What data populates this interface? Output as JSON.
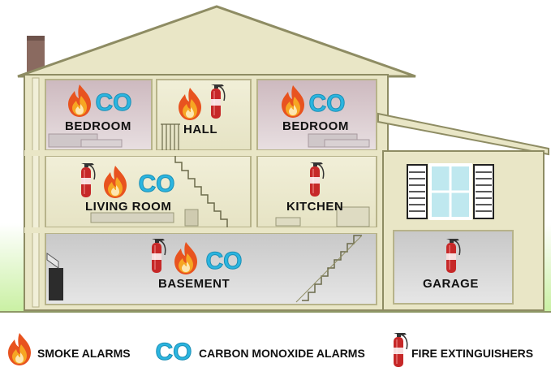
{
  "rooms": {
    "bedroom_left": "BEDROOM",
    "hall": "HALL",
    "bedroom_right": "BEDROOM",
    "living_room": "LIVING ROOM",
    "kitchen": "KITCHEN",
    "basement": "BASEMENT",
    "garage": "GARAGE"
  },
  "legend": {
    "smoke": "SMOKE ALARMS",
    "co": "CARBON MONOXIDE ALARMS",
    "extinguisher": "FIRE EXTINGUISHERS"
  },
  "co_symbol": "CO",
  "colors": {
    "flame_outer": "#e8531f",
    "flame_inner": "#f6a623",
    "co_blue": "#2bb5e0",
    "extinguisher_red": "#c62828",
    "wall": "#e9e6c6",
    "roof_trim": "#8e8c63",
    "bedroom_bg": "#d9c9ce",
    "basement_bg": "#d6d6d6",
    "grass": "#d6f5b8"
  }
}
